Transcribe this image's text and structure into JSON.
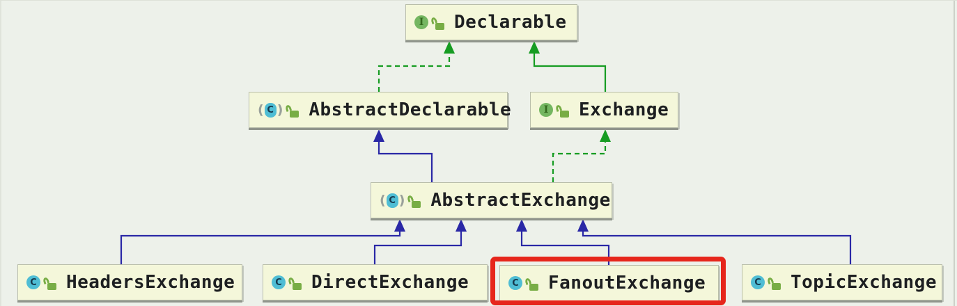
{
  "diagram": {
    "nodes": {
      "declarable": {
        "label": "Declarable",
        "kind": "interface",
        "visibility": "public"
      },
      "abstract_declarable": {
        "label": "AbstractDeclarable",
        "kind": "abstract-class",
        "visibility": "public"
      },
      "exchange": {
        "label": "Exchange",
        "kind": "interface",
        "visibility": "public"
      },
      "abstract_exchange": {
        "label": "AbstractExchange",
        "kind": "abstract-class",
        "visibility": "public"
      },
      "headers_exchange": {
        "label": "HeadersExchange",
        "kind": "class",
        "visibility": "public"
      },
      "direct_exchange": {
        "label": "DirectExchange",
        "kind": "class",
        "visibility": "public"
      },
      "fanout_exchange": {
        "label": "FanoutExchange",
        "kind": "class",
        "visibility": "public",
        "highlighted": true
      },
      "topic_exchange": {
        "label": "TopicExchange",
        "kind": "class",
        "visibility": "public"
      }
    },
    "edges": [
      {
        "from": "AbstractDeclarable",
        "to": "Declarable",
        "relation": "implements",
        "style": "dashed",
        "color_key": "green_edge"
      },
      {
        "from": "Exchange",
        "to": "Declarable",
        "relation": "extends",
        "style": "solid",
        "color_key": "green_edge"
      },
      {
        "from": "AbstractExchange",
        "to": "AbstractDeclarable",
        "relation": "extends",
        "style": "solid",
        "color_key": "blue_edge"
      },
      {
        "from": "AbstractExchange",
        "to": "Exchange",
        "relation": "implements",
        "style": "dashed",
        "color_key": "green_edge"
      },
      {
        "from": "HeadersExchange",
        "to": "AbstractExchange",
        "relation": "extends",
        "style": "solid",
        "color_key": "blue_edge"
      },
      {
        "from": "DirectExchange",
        "to": "AbstractExchange",
        "relation": "extends",
        "style": "solid",
        "color_key": "blue_edge"
      },
      {
        "from": "FanoutExchange",
        "to": "AbstractExchange",
        "relation": "extends",
        "style": "solid",
        "color_key": "blue_edge"
      },
      {
        "from": "TopicExchange",
        "to": "AbstractExchange",
        "relation": "extends",
        "style": "solid",
        "color_key": "blue_edge"
      }
    ],
    "icon_glyphs": {
      "interface": "I",
      "class": "C",
      "abstract_open": "(",
      "abstract_close": ")"
    },
    "highlight": {
      "target": "FanoutExchange"
    },
    "colors": {
      "background": "#edf1ea",
      "node_fill": "#f4f7da",
      "node_border": "#b9beaa",
      "node_shadow": "#90958c",
      "text": "#1d1f21",
      "blue_edge": "#2a28a6",
      "green_edge": "#169c22",
      "highlight_red": "#e6261c",
      "interface_icon": "#74b661",
      "interface_letter": "#33691d",
      "class_icon": "#4fbdd4",
      "class_letter": "#16384c",
      "paren_gray": "#99a09a",
      "lock_green": "#78ad45"
    }
  }
}
